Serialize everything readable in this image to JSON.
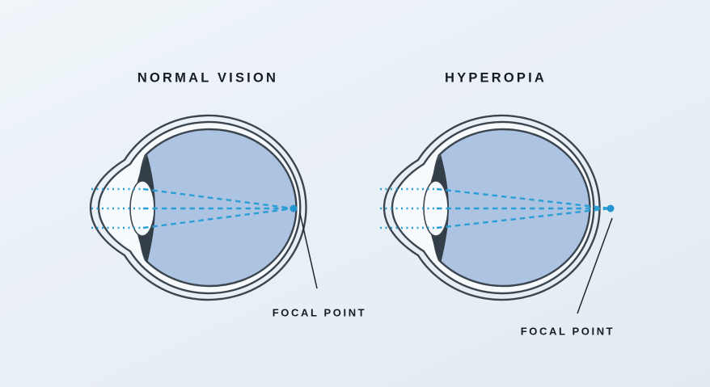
{
  "diagram": {
    "left_panel": {
      "title": "NORMAL VISION",
      "focal_point_label": "FOCAL POINT",
      "focal_point_location": "on retina (inside eye)"
    },
    "right_panel": {
      "title": "HYPEROPIA",
      "focal_point_label": "FOCAL POINT",
      "focal_point_location": "behind retina (outside eye)"
    },
    "light_rays_per_eye": 3
  },
  "colors": {
    "background_top": "#eff5f9",
    "background_mid": "#e8eff5",
    "background_bottom": "#e3ebf1",
    "eyeball_fill": "#adc3e2",
    "outline": "#3b4650",
    "iris": "#343e48",
    "lens_fill": "#f7fafc",
    "ray_blue": "#2b9ed6",
    "focal_dot": "#2496cf",
    "pointer_line": "#20262c",
    "text": "#151c23"
  }
}
